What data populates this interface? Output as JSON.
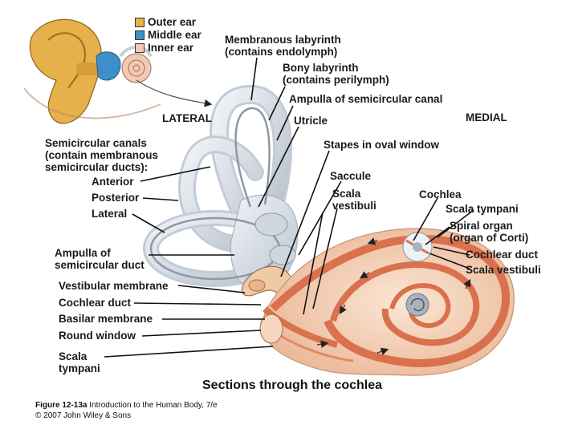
{
  "legend": [
    {
      "label": "Outer ear",
      "color": "#e8b24a"
    },
    {
      "label": "Middle ear",
      "color": "#3d8fc9"
    },
    {
      "label": "Inner ear",
      "color": "#f2c9b4"
    }
  ],
  "labels": {
    "membranous_labyrinth": [
      "Membranous labyrinth",
      "(contains endolymph)"
    ],
    "bony_labyrinth": [
      "Bony labyrinth",
      "(contains perilymph)"
    ],
    "ampulla_canal": "Ampulla of semicircular canal",
    "lateral": "LATERAL",
    "medial": "MEDIAL",
    "utricle": "Utricle",
    "stapes": "Stapes in oval window",
    "semicircular_canals": [
      "Semicircular canals",
      "(contain membranous",
      "semicircular ducts):"
    ],
    "anterior": "Anterior",
    "posterior": "Posterior",
    "lateral_canal": "Lateral",
    "saccule": "Saccule",
    "scala_vestibuli_left": [
      "Scala",
      "vestibuli"
    ],
    "cochlea": "Cochlea",
    "scala_tympani_right": "Scala tympani",
    "spiral_organ": [
      "Spiral organ",
      "(organ of Corti)"
    ],
    "cochlear_duct_right": "Cochlear duct",
    "scala_vestibuli_right": "Scala vestibuli",
    "ampulla_duct": [
      "Ampulla of",
      "semicircular duct"
    ],
    "vestibular_membrane": "Vestibular membrane",
    "cochlear_duct_left": "Cochlear duct",
    "basilar_membrane": "Basilar membrane",
    "round_window": "Round window",
    "scala_tympani_left": [
      "Scala",
      "tympani"
    ]
  },
  "title": "Sections through the cochlea",
  "credit": {
    "figure": "Figure 12-13a",
    "book": "Introduction to the Human Body, 7/e",
    "copyright": "© 2007 John Wiley & Sons"
  },
  "colors": {
    "labyrinth": "#dde3ea",
    "cochlea_light": "#f6d6bf",
    "cochlea_stripe": "#d9704e"
  }
}
